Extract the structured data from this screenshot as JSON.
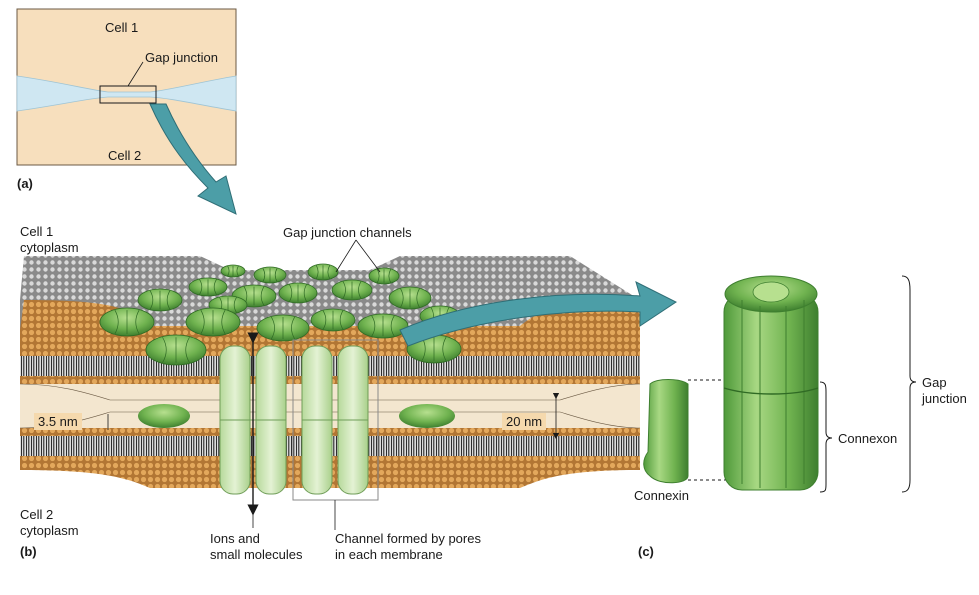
{
  "panel_a": {
    "label": "(a)",
    "cell1": "Cell 1",
    "cell2": "Cell 2",
    "gap_junction": "Gap junction"
  },
  "panel_b": {
    "label": "(b)",
    "cell1_cytoplasm_line1": "Cell 1",
    "cell1_cytoplasm_line2": "cytoplasm",
    "cell2_cytoplasm_line1": "Cell 2",
    "cell2_cytoplasm_line2": "cytoplasm",
    "channels_label": "Gap junction channels",
    "width_left": "3.5 nm",
    "width_right": "20 nm",
    "ions_line1": "Ions and",
    "ions_line2": "small molecules",
    "channel_line1": "Channel formed by pores",
    "channel_line2": "in each membrane"
  },
  "panel_c": {
    "label": "(c)",
    "connexin": "Connexin",
    "connexon": "Connexon",
    "gap_line1": "Gap",
    "gap_line2": "junction"
  },
  "colors": {
    "cell_bg": "#f7dfbd",
    "gap_blue": "#cfe7f2",
    "arrow_teal": "#4c9ea7",
    "connexon_green": "#6fb24f",
    "connexon_dark": "#3e7f2f",
    "lipid_orange": "#c98a3b",
    "membrane_dark": "#2e2e2e",
    "channel_pale": "#cfe6b8"
  }
}
